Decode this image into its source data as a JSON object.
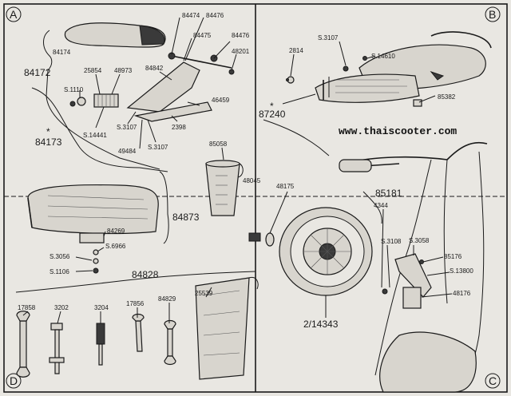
{
  "watermark": "www.thaiscooter.com",
  "quadrants": {
    "a": "A",
    "b": "B",
    "c": "C",
    "d": "D"
  },
  "parts": {
    "p84474": "84474",
    "p84476a": "84476",
    "p84475": "84475",
    "p84476b": "84476",
    "p48201": "48201",
    "p84174": "84174",
    "p84172": "84172",
    "p25854": "25854",
    "p48973": "48973",
    "p84842": "84842",
    "pS1110": "S.1110",
    "pS14441": "S.14441",
    "pS3107a": "S.3107",
    "pS3107b": "S.3107",
    "p46459": "46459",
    "p2398": "2398",
    "p49484": "49484",
    "p84173": "84173",
    "star_a": "*",
    "p2814": "2814",
    "pS3107c": "S.3107",
    "pS14610": "S.14610",
    "p85382": "85382",
    "p87240": "87240",
    "star_b": "*",
    "p85058": "85058",
    "p84873": "84873",
    "p84269": "84269",
    "pS6966": "S.6966",
    "pS3056": "S.3056",
    "pS1106": "S.1106",
    "p48045": "48045",
    "p48175": "48175",
    "p85181": "85181",
    "p4344": "4344",
    "pS3108": "S.3108",
    "pS3058": "S.3058",
    "p85176": "85176",
    "pS13800": "S.13800",
    "p48176": "48176",
    "p2_14343": "2/14343",
    "p84828": "84828",
    "p17858": "17858",
    "p3202": "3202",
    "p3204": "3204",
    "p17856": "17856",
    "p84829": "84829",
    "p25539": "25539"
  }
}
